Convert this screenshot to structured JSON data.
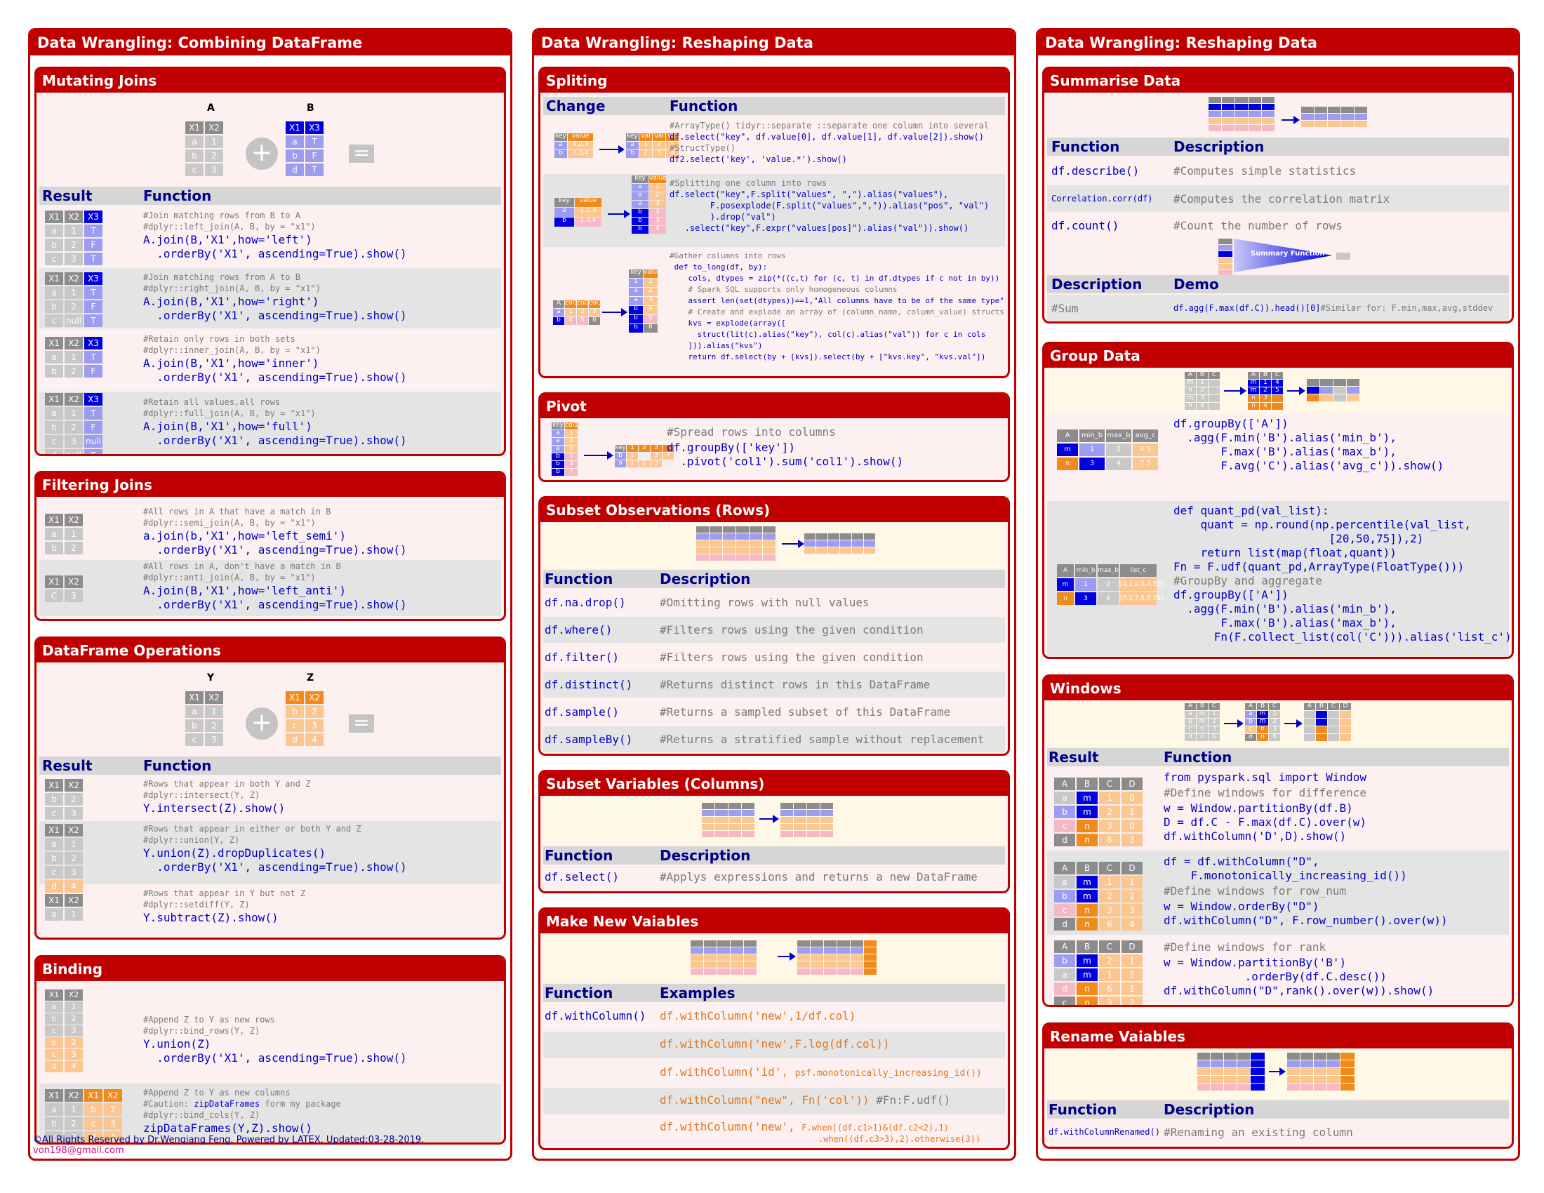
{
  "columns": [
    {
      "title": "Data Wrangling: Combining DataFrame"
    },
    {
      "title": "Data Wrangling: Reshaping Data"
    },
    {
      "title": "Data Wrangling: Reshaping Data"
    }
  ],
  "mutating": {
    "title": "Mutating Joins",
    "label_a": "A",
    "label_b": "B",
    "h_result": "Result",
    "h_function": "Function",
    "rows": [
      {
        "c1": "#Join matching rows from B to A",
        "c2": "#dplyr::left_join(A, B, by = \"x1\")",
        "code": "A.join(B,'X1',how='left')\n  .orderBy('X1', ascending=True).show()"
      },
      {
        "c1": "#Join matching rows from A to B",
        "c2": "#dplyr::right_join(A, B, by = \"x1\")",
        "code": "A.join(B,'X1',how='right')\n  .orderBy('X1', ascending=True).show()"
      },
      {
        "c1": "#Retain only rows in both sets",
        "c2": "#dplyr::inner_join(A, B, by = \"x1\")",
        "code": "A.join(B,'X1',how='inner')\n  .orderBy('X1', ascending=True).show()"
      },
      {
        "c1": "#Retain all values,all rows",
        "c2": "#dplyr::full_join(A, B, by = \"x1\")",
        "code": "A.join(B,'X1',how='full')\n  .orderBy('X1', ascending=True).show()"
      }
    ]
  },
  "filtering": {
    "title": "Filtering Joins",
    "rows": [
      {
        "c1": "#All rows in A that have a match in B",
        "c2": "#dplyr::semi_join(A, B, by = \"x1\")",
        "code": "a.join(b,'X1',how='left_semi')\n  .orderBy('X1', ascending=True).show()"
      },
      {
        "c1": "#All rows in A, don't have a match in B",
        "c2": "#dplyr::anti_join(A, B, by = \"x1\")",
        "code": "A.join(B,'X1',how='left_anti')\n  .orderBy('X1', ascending=True).show()"
      }
    ]
  },
  "dfops": {
    "title": "DataFrame Operations",
    "label_y": "Y",
    "label_z": "Z",
    "h_result": "Result",
    "h_function": "Function",
    "rows": [
      {
        "c1": "#Rows that appear in both Y and Z",
        "c2": "#dplyr::intersect(Y, Z)",
        "code": "Y.intersect(Z).show()"
      },
      {
        "c1": "#Rows that appear in either or both Y and Z",
        "c2": "#dplyr::union(Y, Z)",
        "code": "Y.union(Z).dropDuplicates()\n  .orderBy('X1', ascending=True).show()"
      },
      {
        "c1": "#Rows that appear in Y but not Z",
        "c2": "#dplyr::setdiff(Y, Z)",
        "code": "Y.subtract(Z).show()"
      }
    ]
  },
  "binding": {
    "title": "Binding",
    "rows": [
      {
        "c1": "#Append Z to Y as new rows",
        "c2": "#dplyr::bind_rows(Y, Z)",
        "code": "Y.union(Z)\n  .orderBy('X1', ascending=True).show()"
      },
      {
        "c1": "#Append Z to Y as new columns",
        "c2a": "#Caution: ",
        "c2b": "zipDataFrames",
        "c2c": " form my package",
        "c3": "#dplyr::bind_cols(Y, Z)",
        "code": "zipDataFrames(Y,Z).show()"
      }
    ]
  },
  "footer": {
    "text": "©All Rights Reserved by Dr.Wenqiang Feng. Powered by LATEX. Updated:03-28-2019.",
    "email": "von198@gmail.com"
  },
  "spliting": {
    "title": "Spliting",
    "h_change": "Change",
    "h_function": "Function",
    "rows": [
      {
        "lines": [
          "#ArrayType() tidyr::separate ::separate one column into several",
          "df.select(\"key\", df.value[0], df.value[1], df.value[2]).show()",
          "#StructType()",
          "df2.select('key', 'value.*').show()"
        ]
      },
      {
        "lines": [
          "#Splitting one column into rows",
          "df.select(\"key\",F.split(\"values\", \",\").alias(\"values\"),",
          "        F.posexplode(F.split(\"values\",\",\")).alias(\"pos\", \"val\")",
          "        ).drop(\"val\")",
          "   .select(\"key\",F.expr(\"values[pos]\").alias(\"val\")).show()"
        ]
      },
      {
        "lines": [
          "#Gather columns into rows",
          " def to_long(df, by):",
          "    cols, dtypes = zip(*((c,t) for (c, t) in df.dtypes if c not in by))",
          "    # Spark SQL supports only homogeneous columns",
          "    assert len(set(dtypes))==1,\"All columns have to be of the same type\"",
          "    # Create and explode an array of (column_name, column_value) structs",
          "    kvs = explode(array([",
          "      struct(lit(c).alias(\"key\"), col(c).alias(\"val\")) for c in cols",
          "    ])).alias(\"kvs\")",
          "    return df.select(by + [kvs]).select(by + [\"kvs.key\", \"kvs.val\"])"
        ]
      }
    ]
  },
  "pivot": {
    "title": "Pivot",
    "c1": "#Spread rows into columns",
    "code": "df.groupBy(['key'])\n  .pivot('col1').sum('col1').show()"
  },
  "subset_rows": {
    "title": "Subset Observations (Rows)",
    "h_function": "Function",
    "h_desc": "Description",
    "rows": [
      {
        "f": "df.na.drop()",
        "d": "#Omitting rows with null values"
      },
      {
        "f": "df.where()",
        "d": "#Filters rows using the given condition"
      },
      {
        "f": "df.filter()",
        "d": "#Filters rows using the given condition"
      },
      {
        "f": "df.distinct()",
        "d": "#Returns distinct rows in this DataFrame"
      },
      {
        "f": "df.sample()",
        "d": "#Returns a sampled subset of this DataFrame"
      },
      {
        "f": "df.sampleBy()",
        "d": "#Returns a stratified sample without replacement"
      }
    ]
  },
  "subset_cols": {
    "title": "Subset Variables (Columns)",
    "h_function": "Function",
    "h_desc": "Description",
    "f": "df.select()",
    "d": "#Applys expressions and returns a new DataFrame"
  },
  "new_vars": {
    "title": "Make New Vaiables",
    "h_function": "Function",
    "h_examples": "Examples",
    "f": "df.withColumn()",
    "rows": [
      {
        "e": "df.withColumn('new',1/df.col)"
      },
      {
        "e": "df.withColumn('new',F.log(df.col))"
      },
      {
        "e": "df.withColumn('id', ",
        "e2": "psf.monotonically_increasing_id())"
      },
      {
        "e": "df.withColumn(\"new\", Fn('col'))",
        "e2": " #Fn:F.udf()"
      },
      {
        "e": "df.withColumn('new', ",
        "e2": "F.when((df.c1>1)&(df.c2<2),1)",
        "e3": ".when((df.c3>3),2).otherwise(3))"
      }
    ]
  },
  "summarise": {
    "title": "Summarise Data",
    "h_function": "Function",
    "h_desc": "Description",
    "rows": [
      {
        "f": "df.describe()",
        "d": "#Computes simple statistics"
      },
      {
        "f": "Correlation.corr(df)",
        "d": "#Computes the correlation matrix"
      },
      {
        "f": "df.count()",
        "d": "#Count the number of rows"
      }
    ],
    "funnel_label": "Summary Function",
    "h_desc2": "Description",
    "h_demo": "Demo",
    "sum_d": "#Sum",
    "sum_code": "df.agg(F.max(df.C)).head()[0]",
    "sum_cmt": "#Similar for: F.min,max,avg,stddev"
  },
  "group": {
    "title": "Group Data",
    "code1": "df.groupBy(['A'])\n  .agg(F.min('B').alias('min_b'),\n       F.max('B').alias('max_b'),\n       F.avg('C').alias('avg_c')).show()",
    "code2a": "def quant_pd(val_list):\n    quant = np.round(np.percentile(val_list,\n                       [20,50,75]),2)\n    return list(map(float,quant))\nFn = F.udf(quant_pd,ArrayType(FloatType()))",
    "code2b": "#GroupBy and aggregate",
    "code2c": "df.groupBy(['A'])\n  .agg(F.min('B').alias('min_b'),\n       F.max('B').alias('max_b'),\n      Fn(F.collect_list(col('C'))).alias('list_c'))"
  },
  "windows": {
    "title": "Windows",
    "h_result": "Result",
    "h_function": "Function",
    "rows": [
      {
        "l1": "from pyspark.sql import Window",
        "l2": "#Define windows for difference",
        "l3": "w = Window.partitionBy(df.B)\nD = df.C - F.max(df.C).over(w)\ndf.withColumn('D',D).show()"
      },
      {
        "l1": "df = df.withColumn(\"D\",\n    F.monotonically_increasing_id())",
        "l2": "#Define windows for row_num",
        "l3": "w = Window.orderBy(\"D\")\ndf.withColumn(\"D\", F.row_number().over(w))"
      },
      {
        "l1": "",
        "l2": "#Define windows for rank",
        "l3": "w = Window.partitionBy('B')\n            .orderBy(df.C.desc())\ndf.withColumn(\"D\",rank().over(w)).show()"
      }
    ]
  },
  "rename": {
    "title": "Rename Vaiables",
    "h_function": "Function",
    "h_desc": "Description",
    "f": "df.withColumnRenamed()",
    "d": "#Renaming an existing column"
  }
}
